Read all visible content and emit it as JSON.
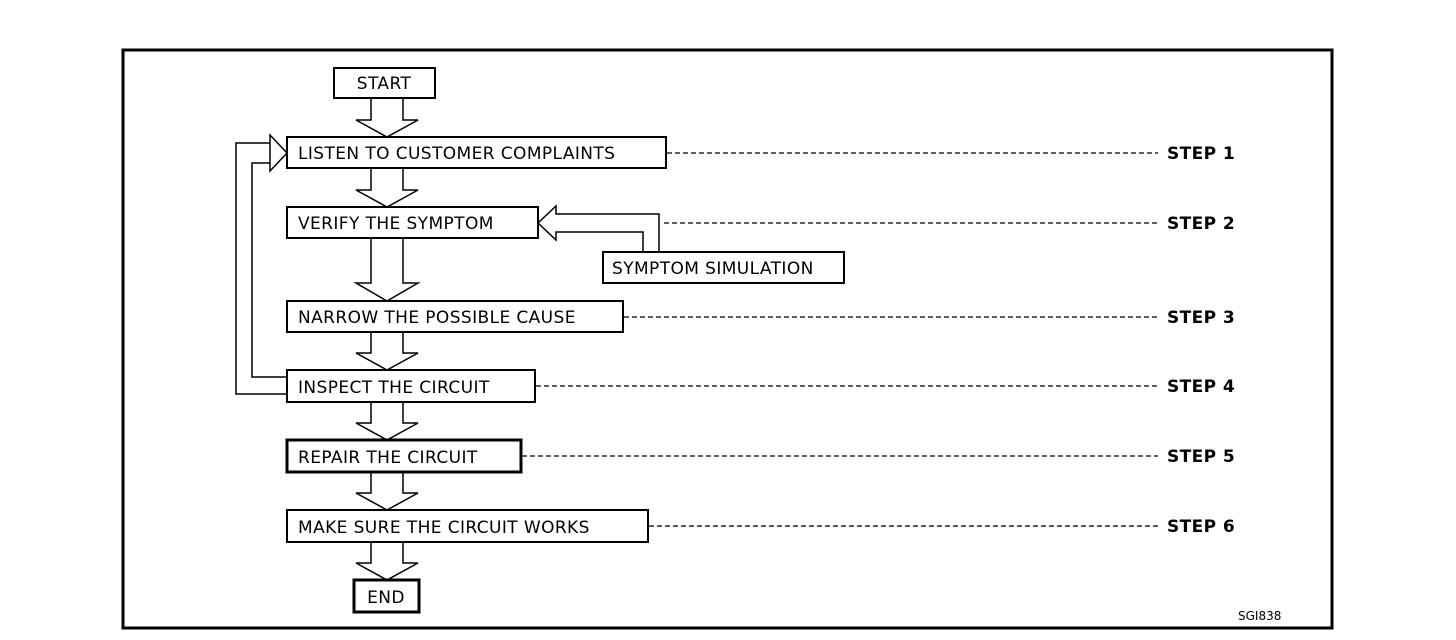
{
  "flowchart": {
    "start": "START",
    "end": "END",
    "steps": [
      {
        "label": "LISTEN TO CUSTOMER COMPLAINTS",
        "step": "STEP 1"
      },
      {
        "label": "VERIFY THE SYMPTOM",
        "step": "STEP 2"
      },
      {
        "label": "NARROW THE POSSIBLE CAUSE",
        "step": "STEP 3"
      },
      {
        "label": "INSPECT THE CIRCUIT",
        "step": "STEP 4"
      },
      {
        "label": "REPAIR THE CIRCUIT",
        "step": "STEP 5"
      },
      {
        "label": "MAKE SURE THE CIRCUIT WORKS",
        "step": "STEP 6"
      }
    ],
    "side_box": "SYMPTOM SIMULATION",
    "figure_code": "SGI838"
  }
}
